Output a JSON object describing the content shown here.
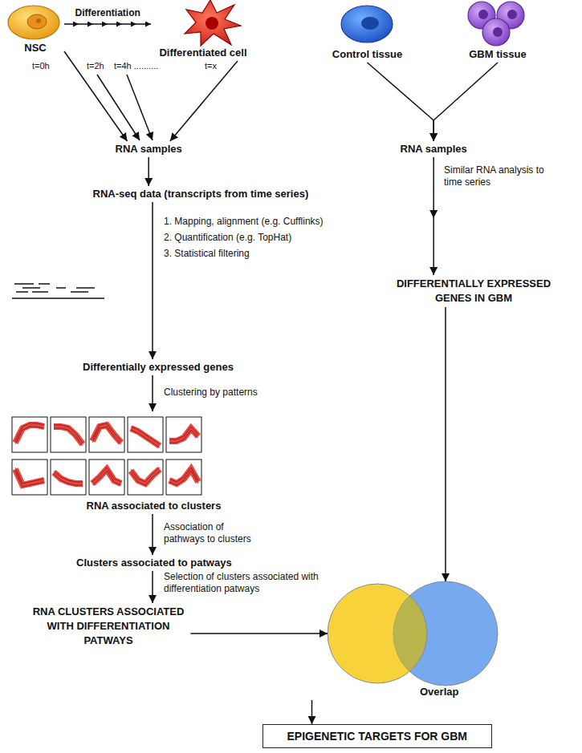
{
  "diagram": {
    "nodes": [
      {
        "text": [
          "NSC"
        ]
      },
      {
        "text": [
          "Differentiated cell"
        ]
      },
      {
        "text": [
          "Control tissue"
        ]
      },
      {
        "text": [
          "GBM tissue"
        ]
      },
      {
        "text": [
          "RNA samples"
        ]
      },
      {
        "text": [
          "RNA-seq data (transcripts from time series)"
        ]
      },
      {
        "text": [
          "Differentially expressed genes"
        ]
      },
      {
        "text": [
          "RNA associated to clusters"
        ]
      },
      {
        "text": [
          "Clusters associated to patways"
        ]
      },
      {
        "text": [
          "RNA CLUSTERS ASSOCIATED WITH DIFFERENTIATION PATWAYS"
        ]
      },
      {
        "text": [
          "RNA samples"
        ]
      },
      {
        "text": [
          "DIFFERENTIALLY EXPRESSED GENES IN GBM"
        ]
      },
      {
        "text": [
          "Overlap"
        ]
      },
      {
        "text": [
          "EPIGENETIC TARGETS FOR GBM"
        ]
      }
    ],
    "edges": [
      {
        "from": 0,
        "to": 1,
        "label": "Differentiation",
        "arrow": "to"
      },
      {
        "from": 0,
        "to": 4,
        "arrow": "to"
      },
      {
        "from": 1,
        "to": 4,
        "arrow": "to"
      },
      {
        "from": 2,
        "to": 10,
        "arrow": "to"
      },
      {
        "from": 3,
        "to": 10,
        "arrow": "to"
      },
      {
        "from": 4,
        "to": 5,
        "arrow": "to"
      },
      {
        "from": 5,
        "to": 6,
        "label": "1. Mapping, alignment (e.g. Cufflinks) 2. Quantification (e.g. TopHat) 3. Statistical filtering",
        "arrow": "to"
      },
      {
        "from": 6,
        "to": 7,
        "label": "Clustering by patterns",
        "arrow": "to"
      },
      {
        "from": 7,
        "to": 8,
        "label": "Association of pathways to clusters",
        "arrow": "to"
      },
      {
        "from": 8,
        "to": 9,
        "label": "Selection of clusters associated with differentiation patways",
        "arrow": "to"
      },
      {
        "from": 10,
        "to": 11,
        "label": "Similar RNA analysis to time series",
        "arrow": "to"
      },
      {
        "from": 9,
        "to": 12,
        "arrow": "to"
      },
      {
        "from": 11,
        "to": 12,
        "arrow": "to"
      },
      {
        "from": 12,
        "to": 13,
        "arrow": "to"
      }
    ],
    "labels": [
      "t=0h",
      "t=2h",
      "t=4h ..........",
      "t=x"
    ]
  }
}
